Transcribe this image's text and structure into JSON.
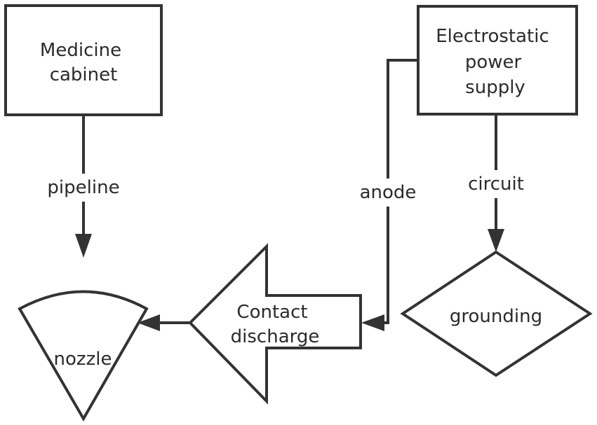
{
  "nodes": {
    "medicine_cabinet": {
      "line1": "Medicine",
      "line2": "cabinet"
    },
    "power_supply": {
      "line1": "Electrostatic",
      "line2": "power",
      "line3": "supply"
    },
    "grounding": {
      "label": "grounding"
    },
    "contact_discharge": {
      "line1": "Contact",
      "line2": "discharge"
    },
    "nozzle": {
      "label": "nozzle"
    }
  },
  "edges": {
    "pipeline": "pipeline",
    "anode": "anode",
    "circuit": "circuit"
  },
  "colors": {
    "stroke": "#333333",
    "text": "#2b2b2b",
    "background": "#ffffff"
  }
}
